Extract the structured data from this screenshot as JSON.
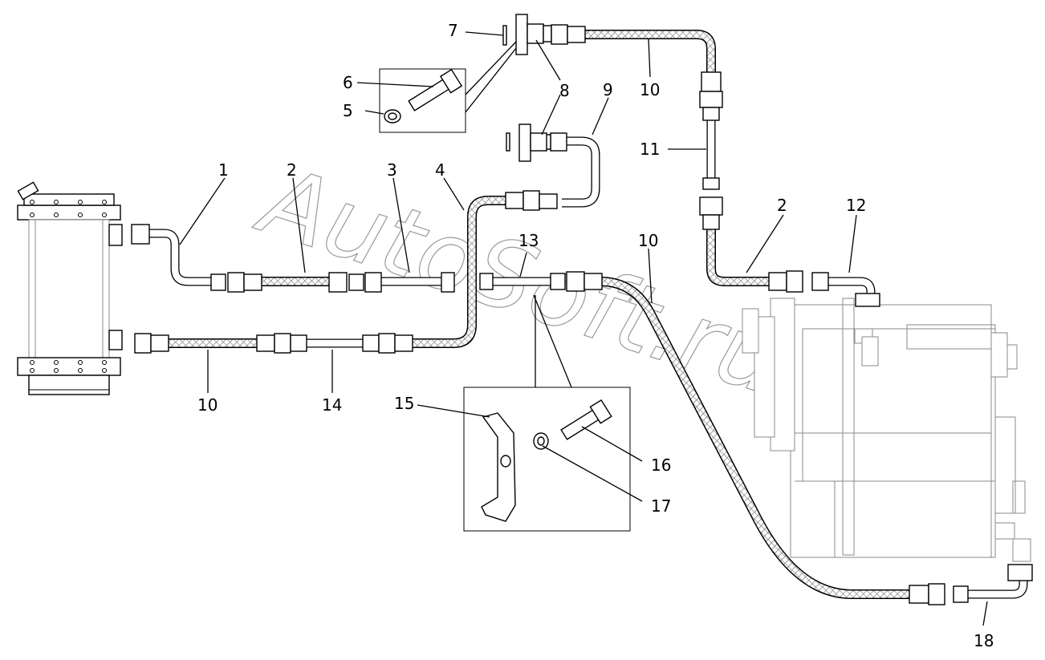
{
  "watermark": "AutoSoft.ru",
  "callouts": [
    {
      "id": "1",
      "text": "1"
    },
    {
      "id": "2a",
      "text": "2"
    },
    {
      "id": "2b",
      "text": "2"
    },
    {
      "id": "3",
      "text": "3"
    },
    {
      "id": "4",
      "text": "4"
    },
    {
      "id": "5",
      "text": "5"
    },
    {
      "id": "6",
      "text": "6"
    },
    {
      "id": "7",
      "text": "7"
    },
    {
      "id": "8",
      "text": "8"
    },
    {
      "id": "9",
      "text": "9"
    },
    {
      "id": "10a",
      "text": "10"
    },
    {
      "id": "10b",
      "text": "10"
    },
    {
      "id": "10c",
      "text": "10"
    },
    {
      "id": "11",
      "text": "11"
    },
    {
      "id": "12",
      "text": "12"
    },
    {
      "id": "13",
      "text": "13"
    },
    {
      "id": "14",
      "text": "14"
    },
    {
      "id": "15",
      "text": "15"
    },
    {
      "id": "16",
      "text": "16"
    },
    {
      "id": "17",
      "text": "17"
    },
    {
      "id": "18",
      "text": "18"
    }
  ]
}
